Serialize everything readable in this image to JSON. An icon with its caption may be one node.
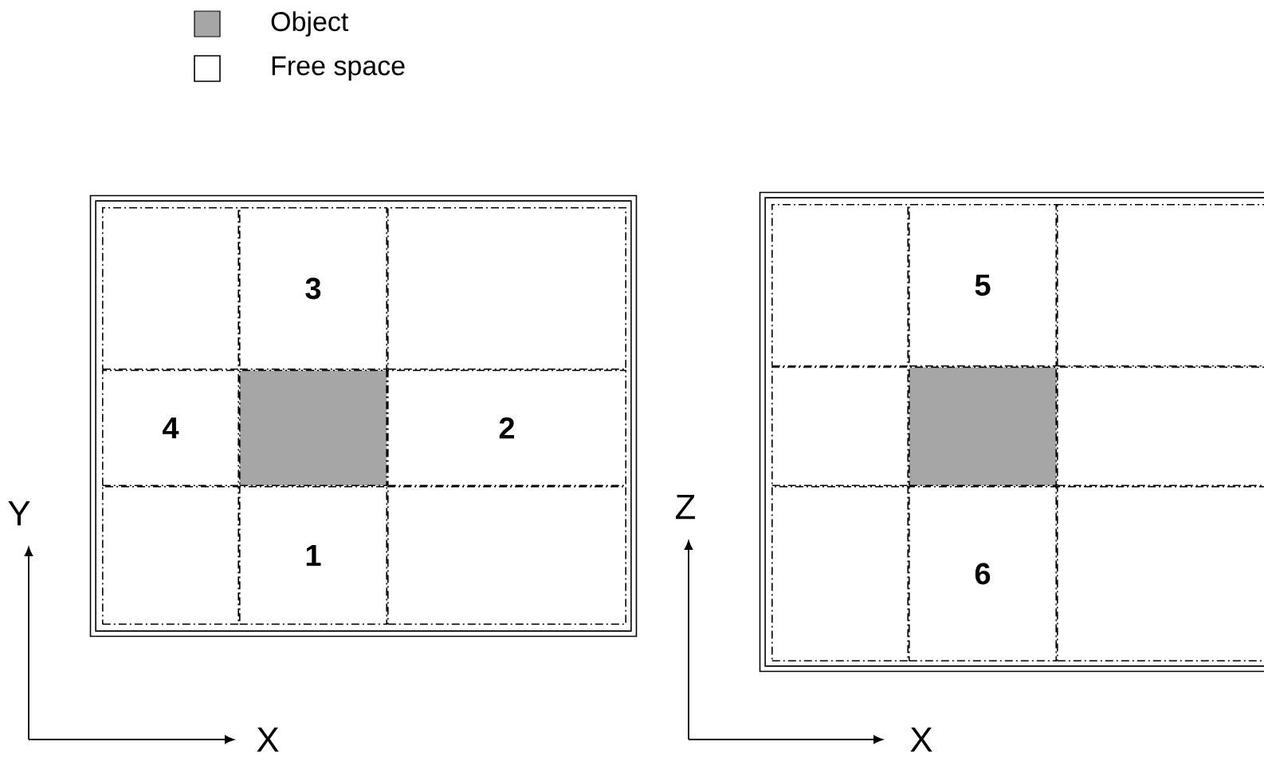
{
  "diagram": {
    "nodes": [
      {
        "text": [],
        "shape": "box"
      },
      {
        "text": [],
        "shape": "box",
        "in": 0
      },
      {
        "text": [
          "3"
        ],
        "in": 0
      },
      {
        "text": [],
        "shape": "box",
        "in": 0
      },
      {
        "text": [
          "4"
        ],
        "in": 0
      },
      {
        "text": [],
        "shape": "box",
        "in": 0
      },
      {
        "text": [
          "2"
        ],
        "in": 0
      },
      {
        "text": [],
        "shape": "box",
        "in": 0
      },
      {
        "text": [
          "1"
        ],
        "in": 0
      },
      {
        "text": [],
        "shape": "box",
        "in": 0
      },
      {
        "text": [],
        "shape": "box"
      },
      {
        "text": [],
        "shape": "box",
        "in": 10
      },
      {
        "text": [
          "5"
        ],
        "in": 10
      },
      {
        "text": [],
        "shape": "box",
        "in": 10
      },
      {
        "text": [],
        "shape": "box",
        "in": 10
      },
      {
        "text": [],
        "shape": "box",
        "in": 10
      },
      {
        "text": [],
        "shape": "box",
        "in": 10
      },
      {
        "text": [],
        "shape": "box",
        "in": 10
      },
      {
        "text": [
          "6"
        ],
        "in": 10
      },
      {
        "text": [],
        "shape": "box",
        "in": 10
      }
    ],
    "labels": [
      "Y",
      "X",
      "Z",
      "X"
    ],
    "legend": [
      {
        "text": "Object",
        "color": "#a6a6a6"
      },
      {
        "text": "Free space"
      }
    ]
  }
}
